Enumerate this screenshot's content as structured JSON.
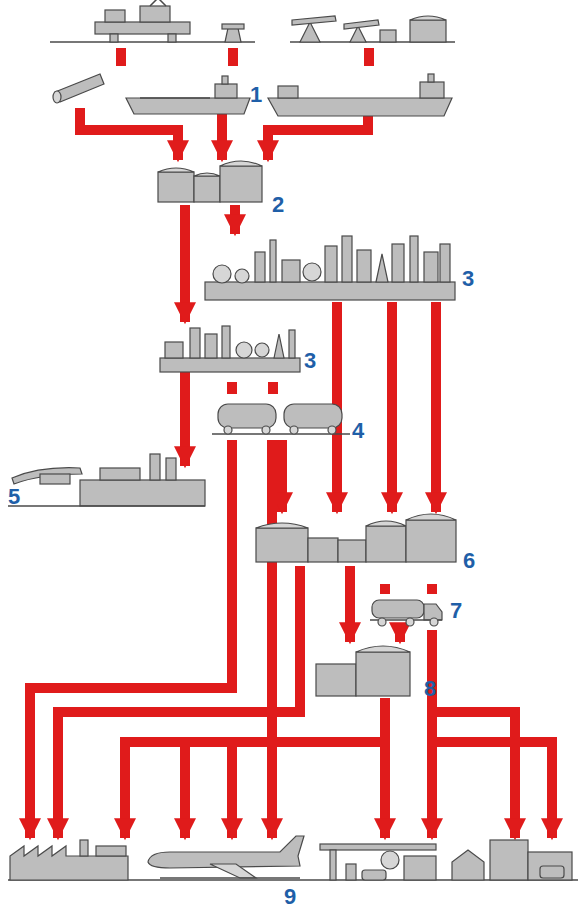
{
  "diagram": {
    "labels": [
      "1",
      "2",
      "3",
      "3",
      "4",
      "5",
      "6",
      "7",
      "8",
      "9"
    ]
  }
}
